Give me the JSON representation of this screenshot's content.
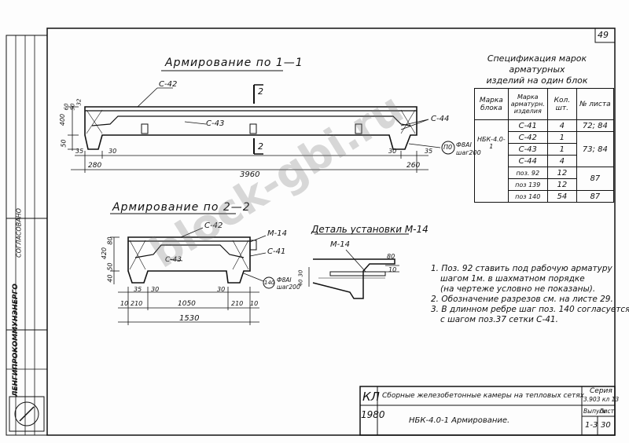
{
  "sheet": {
    "sheet_no_corner": "49",
    "section_1_title": "Армирование по 1—1",
    "section_2_title": "Армирование по 2—2",
    "detail_title": "Деталь установки М-14"
  },
  "spec": {
    "title_line1": "Спецификация марок арматурных",
    "title_line2": "изделий на один блок",
    "headers": [
      "Марка блока",
      "Марка арматурн. изделия",
      "Кол. шт.",
      "№ листа"
    ],
    "block_mark": "НБК-4.0-1",
    "rows": [
      {
        "mark": "С-41",
        "qty": "4",
        "sheet": "72; 84"
      },
      {
        "mark": "С-42",
        "qty": "1",
        "sheet": "73; 84"
      },
      {
        "mark": "С-43",
        "qty": "1",
        "sheet": ""
      },
      {
        "mark": "С-44",
        "qty": "4",
        "sheet": ""
      },
      {
        "mark": "поз. 92",
        "qty": "12",
        "sheet": "87"
      },
      {
        "mark": "поз 139",
        "qty": "12",
        "sheet": ""
      },
      {
        "mark": "поз 140",
        "qty": "54",
        "sheet": "87"
      }
    ]
  },
  "notes": [
    "1. Поз. 92 ставить под рабочую арматуру",
    "шагом 1м. в шахматном порядке",
    "(на чертеже условно не показаны).",
    "2. Обозначение разрезов см. на листе 29.",
    "3. В длинном ребре шаг поз. 140 согласуется",
    "с шагом поз.37 сетки С-41."
  ],
  "drawing1": {
    "labels": {
      "c42": "С-42",
      "c43": "С-43",
      "c44": "С-44",
      "cut2_top": "2",
      "cut2_bot": "2",
      "note_top": "Ф8АI",
      "note_bot": "шаг200",
      "pos": "П0"
    },
    "dims": {
      "total": "3960",
      "left": "280",
      "right": "260",
      "d35l": "35",
      "d30l": "30",
      "d30r": "30",
      "d35r": "35",
      "h400": "400",
      "h50": "50",
      "h60": "60",
      "h50b": "50",
      "h32": "32"
    }
  },
  "drawing2": {
    "labels": {
      "c42": "С-42",
      "c43": "С-43",
      "c41": "С-41",
      "m14": "М-14",
      "note_top": "Ф8АI",
      "note_bot": "шаг200",
      "pos": "140"
    },
    "dims": {
      "total": "1530",
      "mid": "1050",
      "d10l": "10",
      "d210l": "210",
      "d35": "35",
      "d30": "30",
      "d30r": "30",
      "d210r": "210",
      "d10r": "10",
      "h420": "420",
      "h80": "80",
      "h50": "50",
      "h40": "40"
    }
  },
  "detail": {
    "m14": "М-14",
    "d80": "80",
    "d10": "10",
    "h30": "30",
    "h40": "40"
  },
  "watermark": "block-gbi.ru",
  "title_block": {
    "code": "КЛ",
    "year": "1980",
    "title": "Сборные железобетонные камеры на тепловых сетях",
    "subtitle": "НБК-4.0-1 Армирование.",
    "series_label": "Серия",
    "series_value": "3.903 кл 13",
    "issue_label": "Выпуск",
    "issue_value": "1-3",
    "sheet_label": "Лист",
    "sheet_value": "30"
  },
  "side_stamp": {
    "agreed": "СОГЛАСОВАНО",
    "org": "ЛЕНГИПРОКОММУНЭНЕРГО"
  }
}
